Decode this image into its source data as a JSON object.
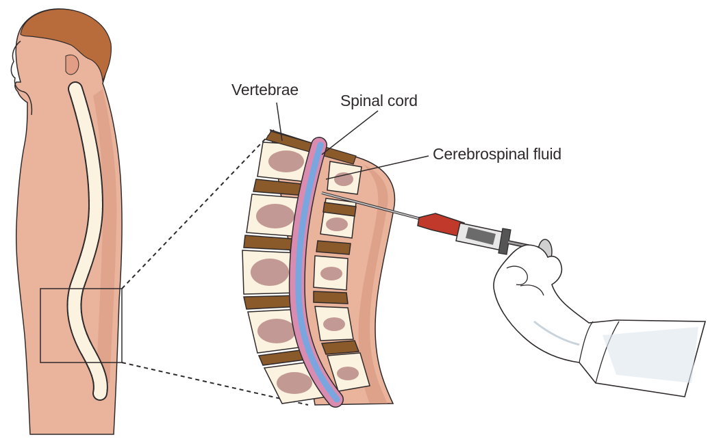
{
  "labels": {
    "vertebrae": "Vertebrae",
    "spinal_cord": "Spinal cord",
    "csf": "Cerebrospinal fluid"
  },
  "colors": {
    "skin": "#eab39c",
    "skin_shadow": "#d99a82",
    "hair": "#b86b3b",
    "bone": "#fbf2df",
    "bone_marrow": "#b98a87",
    "disc": "#8b5a2b",
    "cord": "#7aa6e0",
    "meninges": "#d98cb0",
    "syringe_red": "#c0392b",
    "glove": "#ffffff",
    "outline": "#2e2a2b"
  }
}
